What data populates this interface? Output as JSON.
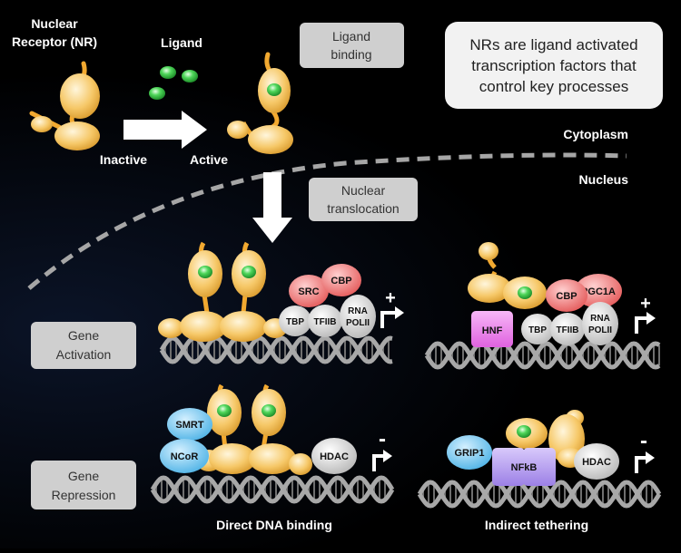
{
  "colors": {
    "background": "#000000",
    "receptor": "#f2bd55",
    "receptor_dark": "#d79a2c",
    "ligand": "#3cc64b",
    "coactivator_red": "#f07f7f",
    "basal_grey": "#d9d9d9",
    "hnf_magenta": "#f28df2",
    "corepressor_blue": "#7fcdf2",
    "nfkb_purple": "#b8a2ef",
    "box_grey": "#cfcfcf",
    "dna": "#8c8c8c"
  },
  "labels": {
    "nuclear_receptor_line1": "Nuclear",
    "nuclear_receptor_line2": "Receptor (NR)",
    "ligand": "Ligand",
    "inactive": "Inactive",
    "active": "Active",
    "cytoplasm": "Cytoplasm",
    "nucleus": "Nucleus",
    "direct_dna_binding": "Direct DNA binding",
    "indirect_tethering": "Indirect tethering"
  },
  "boxes": {
    "ligand_binding": [
      "Ligand",
      "binding"
    ],
    "nuclear_translocation": [
      "Nuclear",
      "translocation"
    ],
    "gene_activation": [
      "Gene",
      "Activation"
    ],
    "gene_repression": [
      "Gene",
      "Repression"
    ],
    "info": [
      "NRs are ligand activated",
      "transcription factors that",
      "control key processes"
    ]
  },
  "factors": {
    "src": "SRC",
    "cbp": "CBP",
    "tbp": "TBP",
    "tfiib": "TFIIB",
    "rna": "RNA",
    "polii": "POLII",
    "pgc1a": "PGC1A",
    "hnf": "HNF",
    "smrt": "SMRT",
    "ncor": "NCoR",
    "hdac": "HDAC",
    "grip1": "GRIP1",
    "nfkb": "NFkB"
  },
  "signs": {
    "plus": "+",
    "minus": "-"
  }
}
